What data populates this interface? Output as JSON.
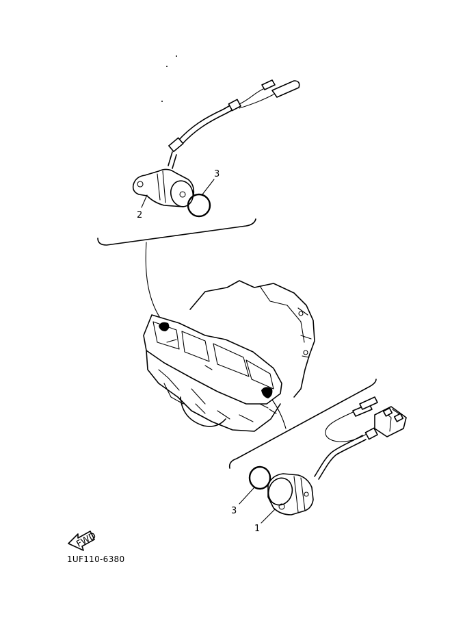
{
  "drawing_code": "1UF110-6380",
  "direction_label": "FWD",
  "callouts": {
    "upper_sensor": "2",
    "upper_oring": "3",
    "lower_oring": "3",
    "lower_sensor": "1"
  },
  "colors": {
    "ink": "#000000",
    "paper": "#ffffff"
  }
}
